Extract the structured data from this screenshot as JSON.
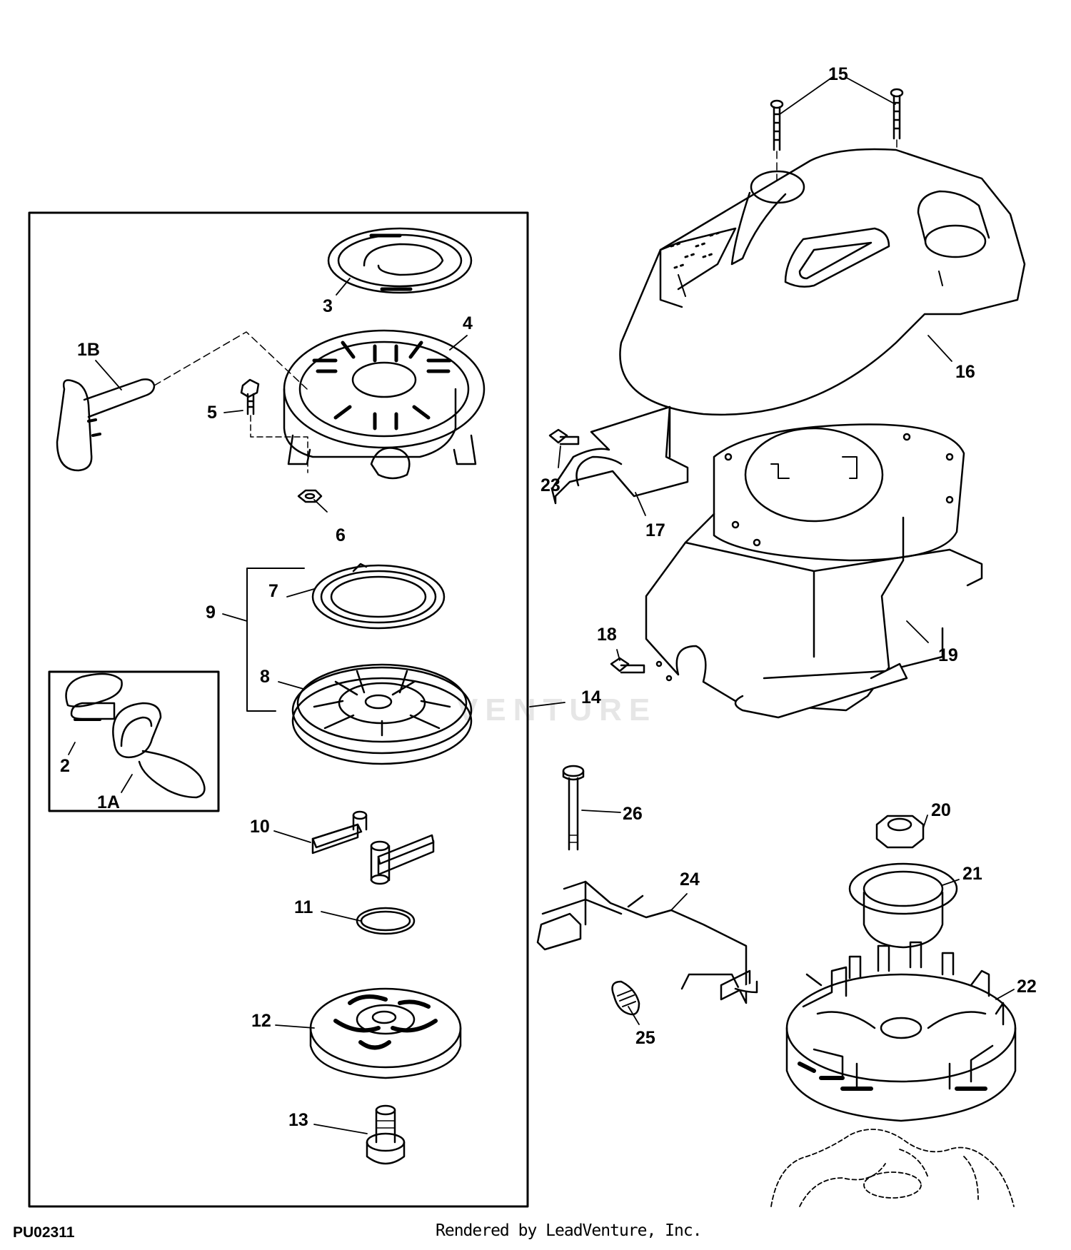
{
  "diagram": {
    "callouts": {
      "c1A": "1A",
      "c1B": "1B",
      "c2": "2",
      "c3": "3",
      "c4": "4",
      "c5": "5",
      "c6": "6",
      "c7": "7",
      "c8": "8",
      "c9": "9",
      "c10": "10",
      "c11": "11",
      "c12": "12",
      "c13": "13",
      "c14": "14",
      "c15": "15",
      "c16": "16",
      "c17": "17",
      "c18": "18",
      "c19": "19",
      "c20": "20",
      "c21": "21",
      "c22": "22",
      "c23": "23",
      "c24": "24",
      "c25": "25",
      "c26": "26"
    },
    "figure_code": "PU02311",
    "credit": "Rendered by LeadVenture, Inc.",
    "watermark": "VENTURE"
  }
}
